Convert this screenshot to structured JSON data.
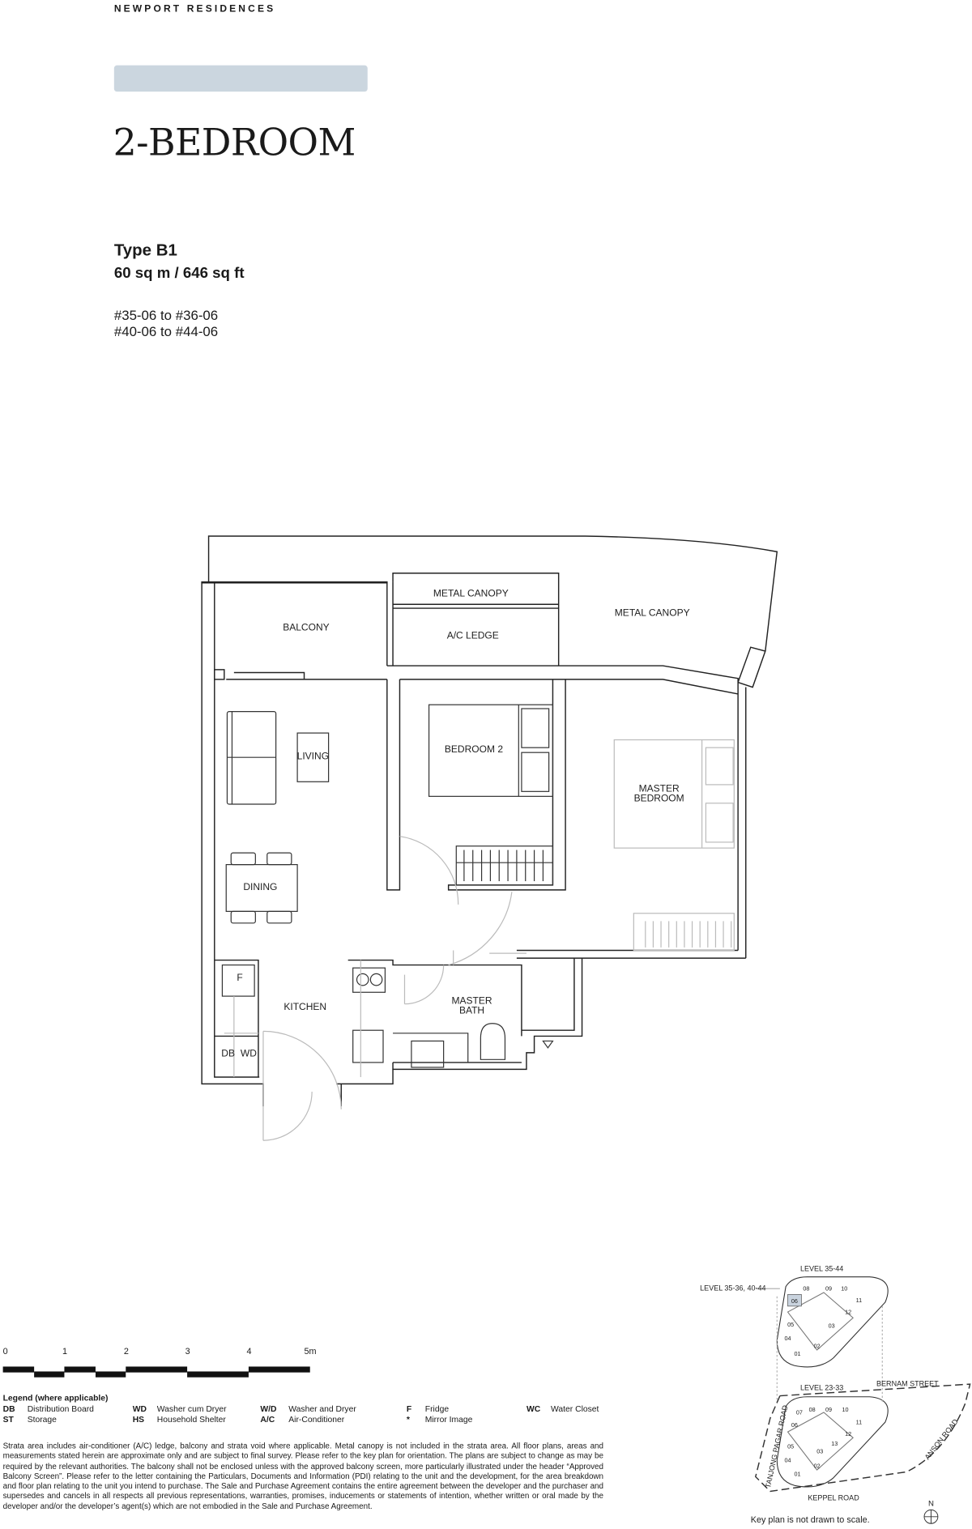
{
  "header": {
    "brand": "NEWPORT RESIDENCES",
    "accent_color": "#cbd6df",
    "title": "2-BEDROOM"
  },
  "unit": {
    "type": "Type B1",
    "area": "60 sq m / 646 sq ft",
    "unit_ranges": [
      "#35-06 to #36-06",
      "#40-06 to #44-06"
    ]
  },
  "floor_plan": {
    "rooms": {
      "metal_canopy_1": "METAL CANOPY",
      "metal_canopy_2": "METAL CANOPY",
      "balcony": "BALCONY",
      "ac_ledge": "A/C LEDGE",
      "living": "LIVING",
      "bedroom2": "BEDROOM 2",
      "master_bedroom_1": "MASTER",
      "master_bedroom_2": "BEDROOM",
      "dining": "DINING",
      "kitchen": "KITCHEN",
      "master_bath_1": "MASTER",
      "master_bath_2": "BATH",
      "fridge": "F",
      "db": "DB",
      "wd": "WD"
    }
  },
  "scale_bar": {
    "labels": [
      "0",
      "1",
      "2",
      "3",
      "4",
      "5m"
    ]
  },
  "legend": {
    "title": "Legend (where applicable)",
    "items": [
      {
        "code": "DB",
        "label": "Distribution Board"
      },
      {
        "code": "ST",
        "label": "Storage"
      },
      {
        "code": "WD",
        "label": "Washer cum Dryer"
      },
      {
        "code": "HS",
        "label": "Household Shelter"
      },
      {
        "code": "W/D",
        "label": "Washer and Dryer"
      },
      {
        "code": "A/C",
        "label": "Air-Conditioner"
      },
      {
        "code": "F",
        "label": "Fridge"
      },
      {
        "code": "*",
        "label": "Mirror Image"
      },
      {
        "code": "WC",
        "label": "Water Closet"
      }
    ]
  },
  "disclaimer": "Strata area includes air-conditioner (A/C) ledge, balcony and strata void where applicable. Metal canopy is not included in the strata area. All floor plans, areas and measurements stated herein are approximate only and are subject to final survey. Please refer to the key plan for orientation. The plans are subject to change as may be required by the relevant authorities. The balcony shall not be enclosed unless with the approved balcony screen, more particularly illustrated under the header “Approved Balcony Screen”. Please refer to the letter containing the Particulars, Documents and Information (PDI) relating to the unit and the development, for the area breakdown and floor plan relating to the unit you intend to purchase. The Sale and Purchase Agreement contains the entire agreement between the developer and the purchaser and supersedes and cancels in all respects all previous representations, warranties, promises, inducements or statements of intention, whether written or oral made by the developer and/or the developer’s agent(s) which are not embodied in the Sale and Purchase Agreement.",
  "key_plan": {
    "upper_level": "LEVEL  35-44",
    "upper_sublevel": "LEVEL 35-36, 40-44",
    "lower_level": "LEVEL  23-33",
    "highlight_color": "#c9d3de",
    "highlighted_unit": "06",
    "upper_units": [
      "08",
      "09",
      "10",
      "11",
      "06",
      "12",
      "05",
      "03",
      "04",
      "02",
      "01"
    ],
    "lower_units": [
      "07",
      "08",
      "09",
      "10",
      "11",
      "06",
      "12",
      "05",
      "13",
      "03",
      "04",
      "02",
      "01"
    ],
    "roads": {
      "north": "BERNAM STREET",
      "west": "TANJONG PAGAR ROAD",
      "east": "ANSON ROAD",
      "south": "KEPPEL ROAD"
    },
    "compass": "N",
    "note": "Key plan is not drawn to scale."
  }
}
